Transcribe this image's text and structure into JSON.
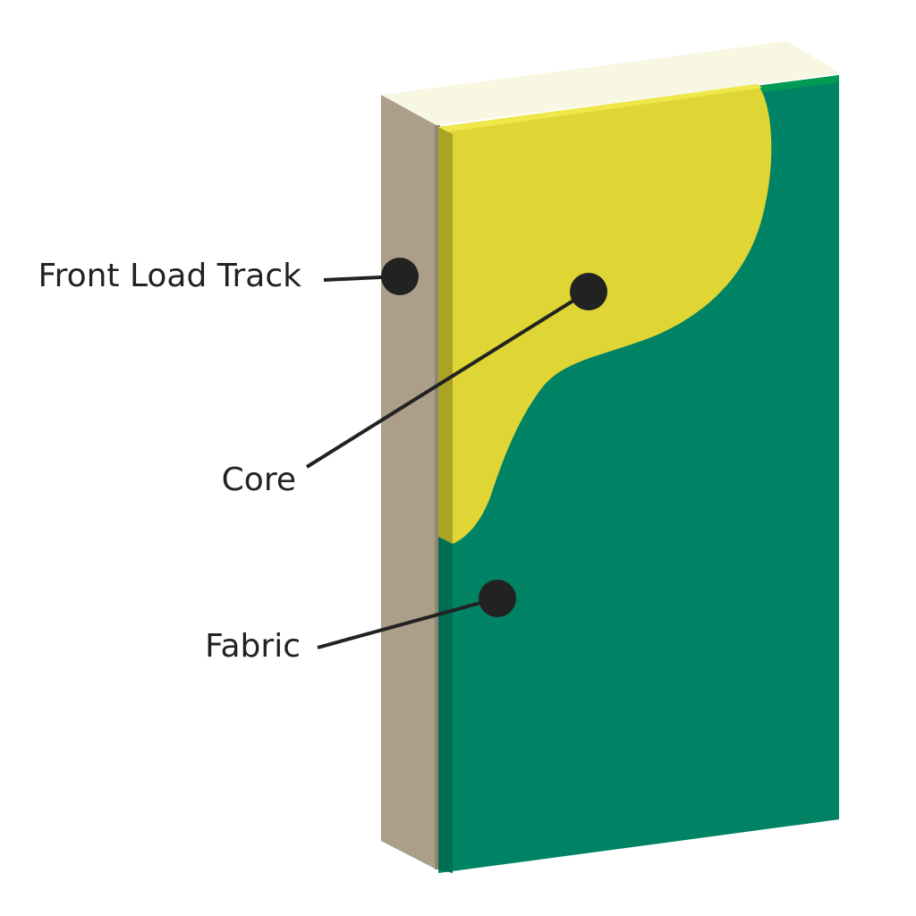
{
  "diagram": {
    "labels": {
      "front_load_track": "Front Load Track",
      "core": "Core",
      "fabric": "Fabric"
    },
    "colors": {
      "track_side": "#ab9f89",
      "track_top": "#f8f7e2",
      "track_front_edge": "#a9a28c",
      "core_yellow": "#dfd534",
      "core_edge": "#aba325",
      "fabric_green": "#008364",
      "fabric_edge": "#006e52",
      "fabric_top": "#009a55",
      "callout": "#222222"
    }
  }
}
